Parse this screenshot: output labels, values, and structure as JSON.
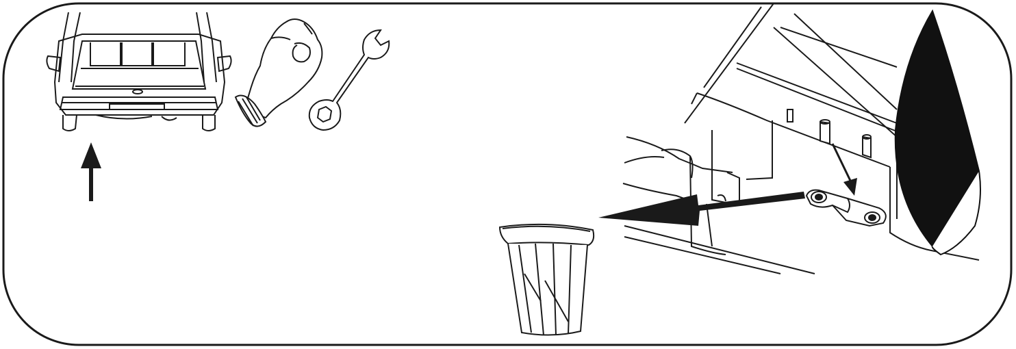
{
  "diagram": {
    "kind": "instruction-illustration",
    "colors": {
      "stroke": "#1a1a1a",
      "fill_dark": "#111111",
      "background": "#ffffff"
    },
    "panels": [
      {
        "id": "vehicle-rear-view",
        "icon": "car-rear-icon"
      },
      {
        "id": "direction-arrow",
        "icon": "arrow-up-icon"
      },
      {
        "id": "tools",
        "icons": [
          "glove-icon",
          "wrench-icon"
        ]
      },
      {
        "id": "underbody-detail",
        "icon": "bracket-removal-icon"
      },
      {
        "id": "disposal",
        "icon": "trash-bin-icon"
      }
    ]
  }
}
